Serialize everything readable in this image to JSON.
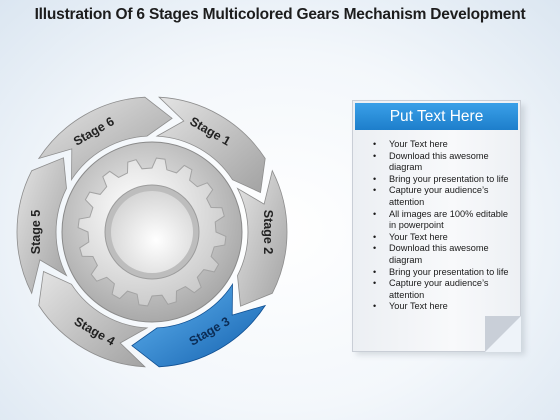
{
  "title": "Illustration Of 6 Stages Multicolored Gears Mechanism Development",
  "stages": [
    {
      "label": "Stage 1",
      "active": false
    },
    {
      "label": "Stage 2",
      "active": false
    },
    {
      "label": "Stage 3",
      "active": true
    },
    {
      "label": "Stage 4",
      "active": false
    },
    {
      "label": "Stage 5",
      "active": false
    },
    {
      "label": "Stage 6",
      "active": false
    }
  ],
  "panel": {
    "header": "Put Text Here",
    "bullets": [
      "Your Text here",
      "Download this awesome diagram",
      "Bring your presentation to life",
      "Capture your audience’s attention",
      "All images are 100% editable in powerpoint",
      "Your Text here",
      "Download this awesome diagram",
      "Bring your presentation to life",
      "Capture your audience’s attention",
      "Your Text here"
    ]
  },
  "colors": {
    "gray_arrow_light": "#dcdcdc",
    "gray_arrow_dark": "#9a9a9a",
    "active_arrow_light": "#4fa9ee",
    "active_arrow_dark": "#1565b5",
    "panel_header": "#2a8fdc"
  },
  "icons": {
    "center": "gear-icon"
  }
}
